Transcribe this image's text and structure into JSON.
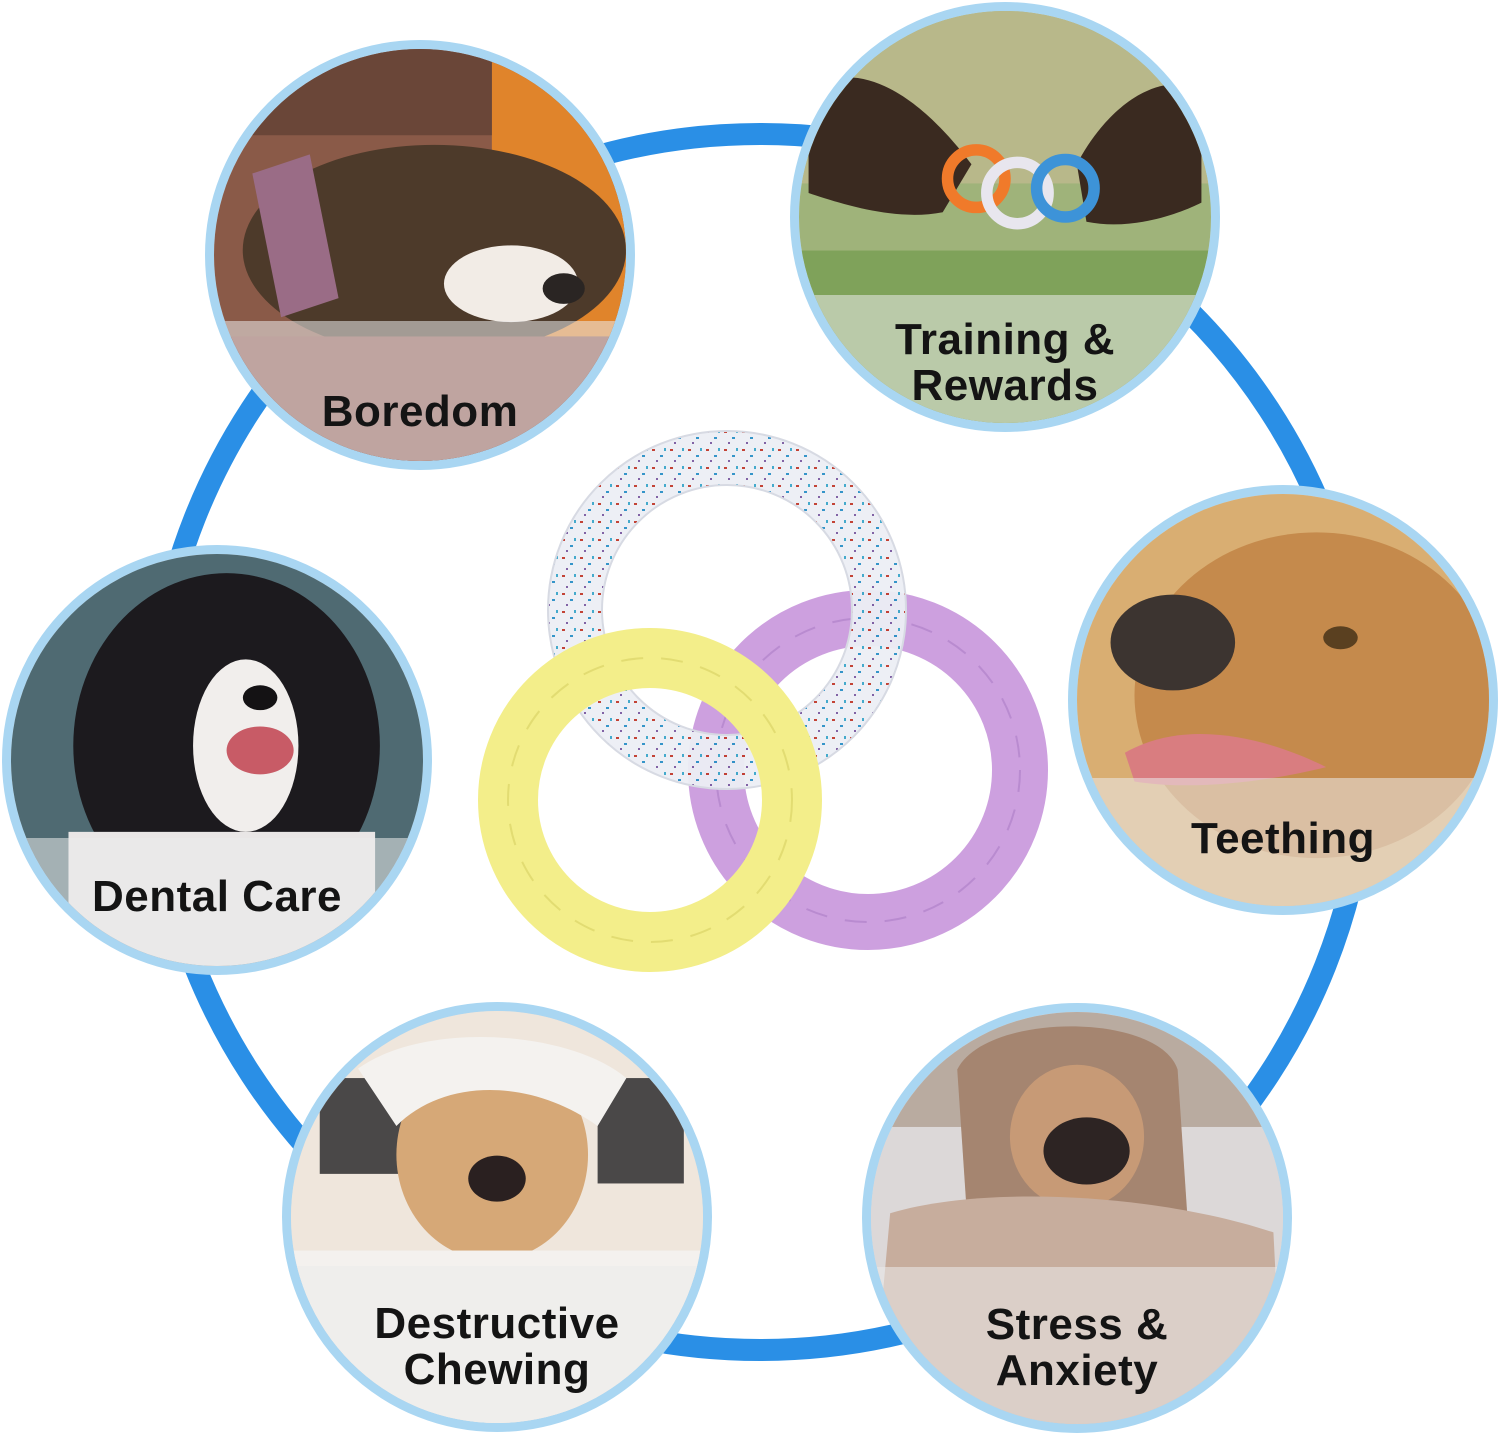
{
  "colors": {
    "connector_ring": "#2a8fe6",
    "badge_border": "#a9d6f2",
    "label_text": "#141414",
    "toy_clear": "#eef0f5",
    "toy_yellow": "#f3ee8c",
    "toy_purple": "#cfa4e0"
  },
  "center_product": {
    "name": "ring-chew-toy-set",
    "rings": [
      {
        "color_name": "clear-speckled"
      },
      {
        "color_name": "yellow"
      },
      {
        "color_name": "purple"
      }
    ]
  },
  "badges": [
    {
      "id": "boredom",
      "label_lines": [
        "Boredom"
      ],
      "image": "boxer-dog-resting"
    },
    {
      "id": "training",
      "label_lines": [
        "Training &",
        "Rewards"
      ],
      "image": "two-shepherds-tugging-rings"
    },
    {
      "id": "teething",
      "label_lines": [
        "Teething"
      ],
      "image": "tan-dog-closeup"
    },
    {
      "id": "dental",
      "label_lines": [
        "Dental Care"
      ],
      "image": "border-collie-smiling"
    },
    {
      "id": "destructive",
      "label_lines": [
        "Destructive",
        "Chewing"
      ],
      "image": "shiba-in-torn-paper"
    },
    {
      "id": "stress",
      "label_lines": [
        "Stress &",
        "Anxiety"
      ],
      "image": "pug-in-blanket"
    }
  ]
}
